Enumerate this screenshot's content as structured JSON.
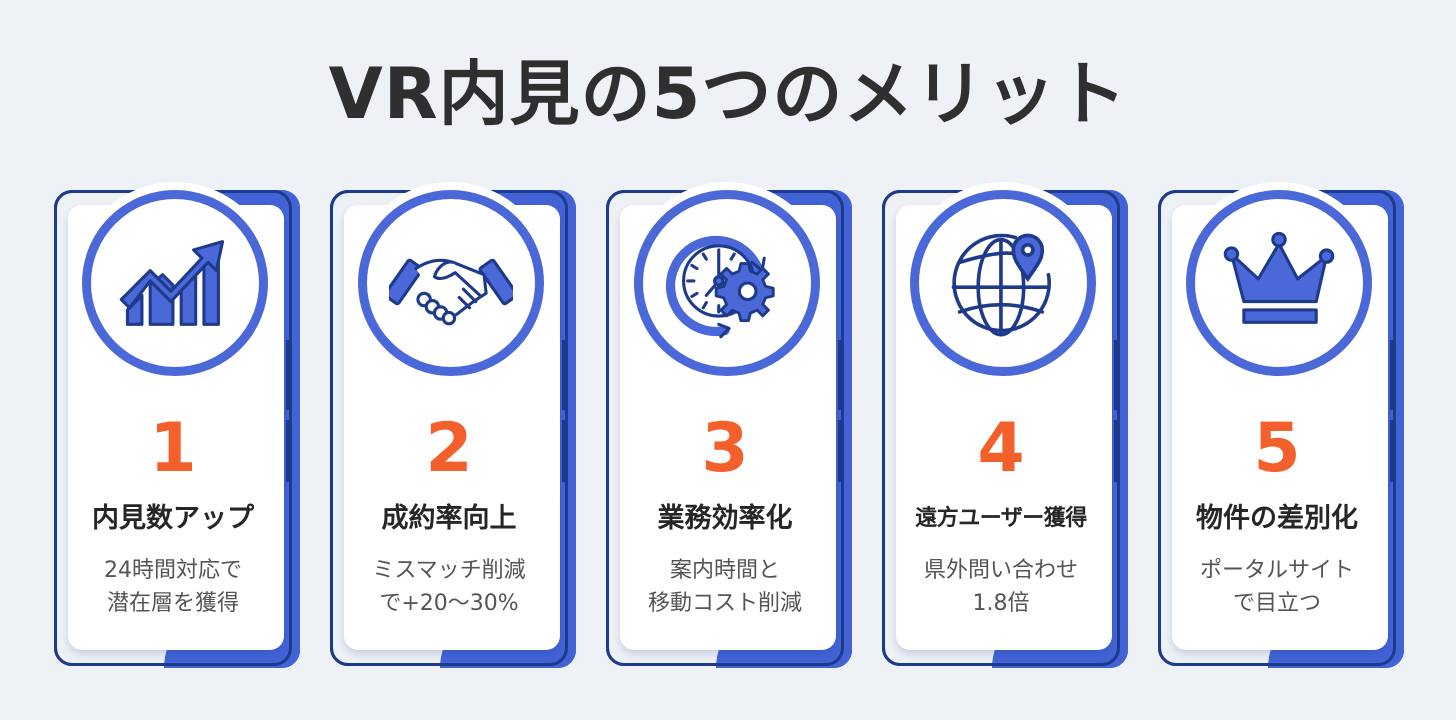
{
  "title": "VR内見の5つのメリット",
  "colors": {
    "background": "#eef1f5",
    "accent_blue": "#4263d6",
    "navy": "#1e3a8a",
    "number_orange": "#f4602c",
    "title_text": "#2f2f2f"
  },
  "cards": [
    {
      "number": "1",
      "icon": "growth-chart-icon",
      "heading": "内見数アップ",
      "sub_line1": "24時間対応で",
      "sub_line2": "潜在層を獲得"
    },
    {
      "number": "2",
      "icon": "handshake-icon",
      "heading": "成約率向上",
      "sub_line1": "ミスマッチ削減",
      "sub_line2": "で+20〜30%"
    },
    {
      "number": "3",
      "icon": "clock-gear-icon",
      "heading": "業務効率化",
      "sub_line1": "案内時間と",
      "sub_line2": "移動コスト削減"
    },
    {
      "number": "4",
      "icon": "globe-pin-icon",
      "heading": "遠方ユーザー獲得",
      "sub_line1": "県外問い合わせ",
      "sub_line2": "1.8倍"
    },
    {
      "number": "5",
      "icon": "crown-icon",
      "heading": "物件の差別化",
      "sub_line1": "ポータルサイト",
      "sub_line2": "で目立つ"
    }
  ]
}
